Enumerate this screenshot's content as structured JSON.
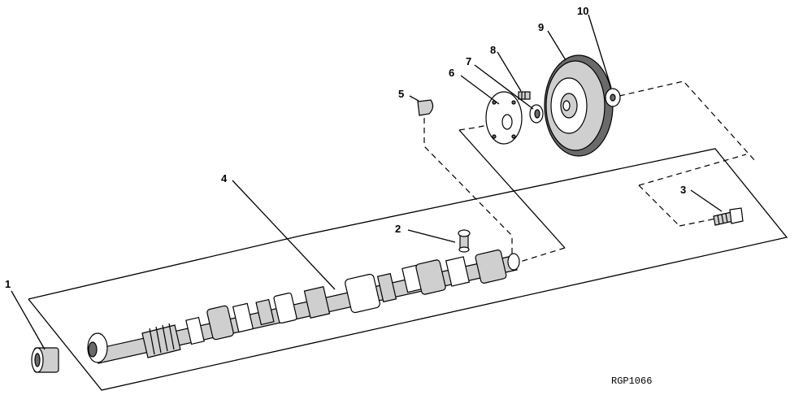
{
  "diagram": {
    "callouts": [
      "1",
      "2",
      "3",
      "4",
      "5",
      "6",
      "7",
      "8",
      "9",
      "10"
    ],
    "reference_code": "RGP1066"
  }
}
